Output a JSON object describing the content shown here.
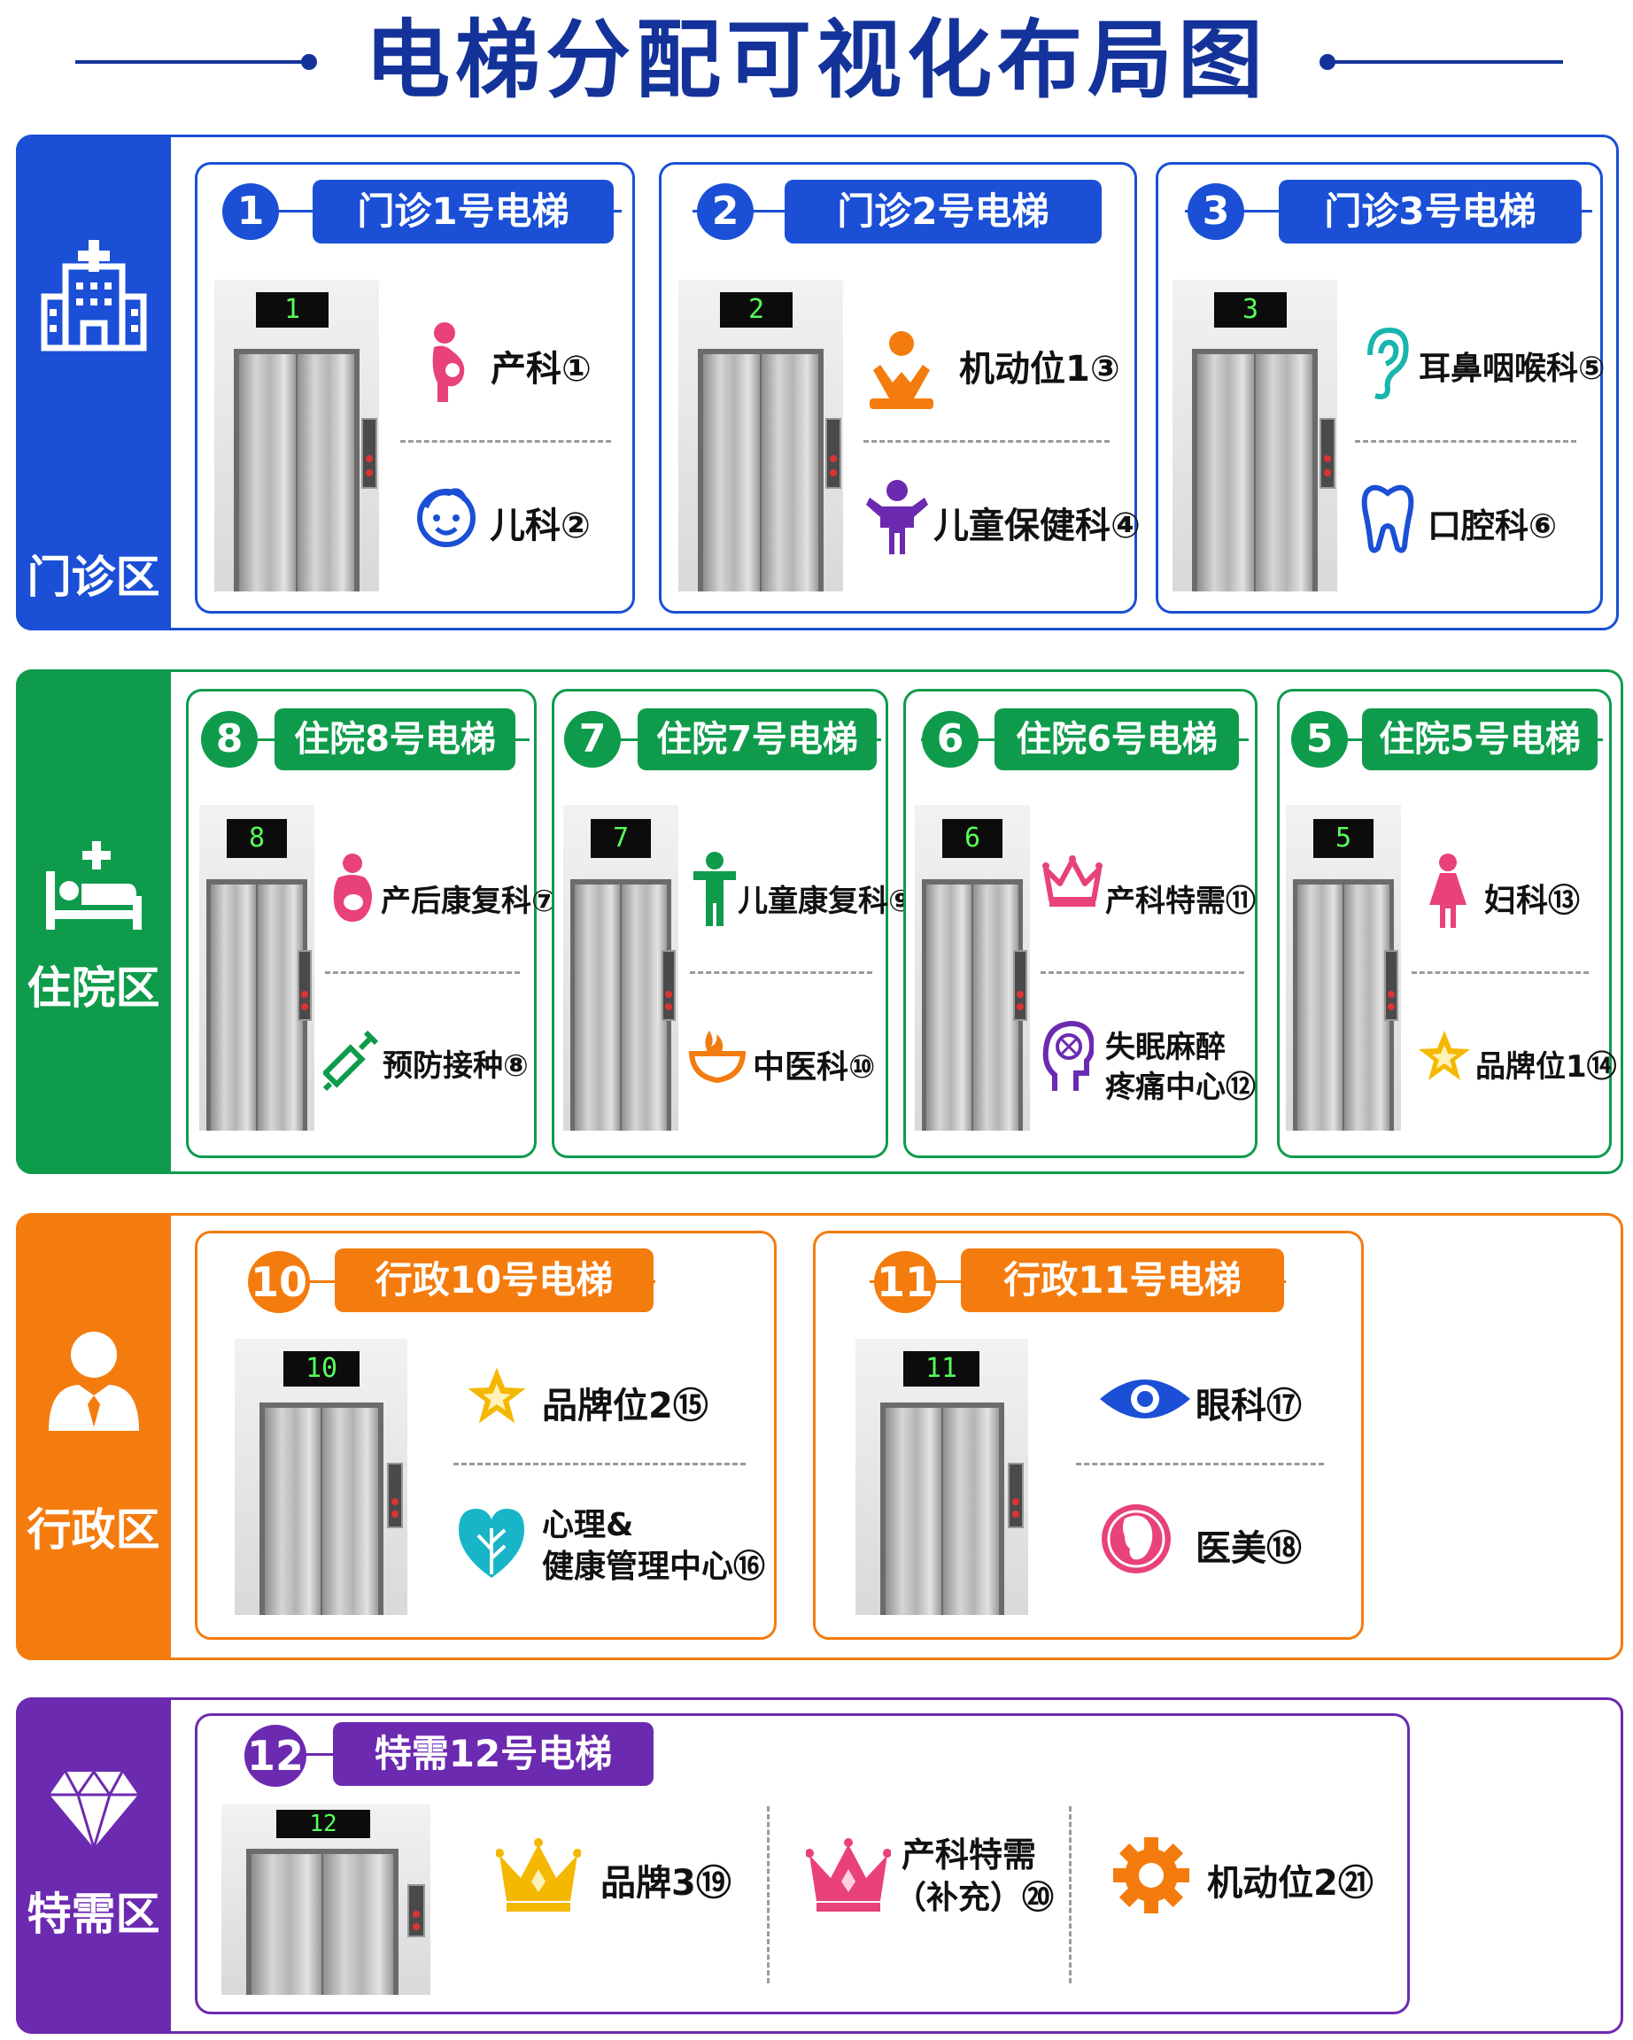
{
  "title": "电梯分配可视化布局图",
  "colors": {
    "navy": "#14339a",
    "blue": "#1a4fd6",
    "green": "#0f9b4c",
    "orange": "#f47c0f",
    "purple": "#6c2ab0"
  },
  "zones": {
    "outpatient": {
      "label": "门诊区",
      "icon": "hospital-icon"
    },
    "inpatient": {
      "label": "住院区",
      "icon": "hospital-bed-icon"
    },
    "admin": {
      "label": "行政区",
      "icon": "person-icon"
    },
    "vip": {
      "label": "特需区",
      "icon": "diamond-icon"
    }
  },
  "outpatient_cards": [
    {
      "num": "1",
      "title": "门诊1号电梯",
      "display": "1",
      "depts": [
        {
          "text": "产科①",
          "icon": "pregnant-icon"
        },
        {
          "text": "儿科②",
          "icon": "child-face-icon"
        }
      ]
    },
    {
      "num": "2",
      "title": "门诊2号电梯",
      "display": "2",
      "depts": [
        {
          "text": "机动位1③",
          "icon": "service-person-icon"
        },
        {
          "text": "儿童保健科④",
          "icon": "child-icon"
        }
      ]
    },
    {
      "num": "3",
      "title": "门诊3号电梯",
      "display": "3",
      "depts": [
        {
          "text": "耳鼻咽喉科⑤",
          "icon": "ear-icon"
        },
        {
          "text": "口腔科⑥",
          "icon": "tooth-icon"
        }
      ]
    }
  ],
  "inpatient_cards": [
    {
      "num": "8",
      "title": "住院8号电梯",
      "display": "8",
      "depts": [
        {
          "text": "产后康复科⑦",
          "icon": "mother-icon"
        },
        {
          "text": "预防接种⑧",
          "icon": "syringe-icon"
        }
      ]
    },
    {
      "num": "7",
      "title": "住院7号电梯",
      "display": "7",
      "depts": [
        {
          "text": "儿童康复科⑨",
          "icon": "child-rehab-icon"
        },
        {
          "text": "中医科⑩",
          "icon": "herb-bowl-icon"
        }
      ]
    },
    {
      "num": "6",
      "title": "住院6号电梯",
      "display": "6",
      "depts": [
        {
          "text": "产科特需⑪",
          "icon": "crown-icon"
        },
        {
          "text": "失眠麻醉",
          "text2": "疼痛中心⑫",
          "icon": "brain-icon"
        }
      ]
    },
    {
      "num": "5",
      "title": "住院5号电梯",
      "display": "5",
      "depts": [
        {
          "text": "妇科⑬",
          "icon": "woman-icon"
        },
        {
          "text": "品牌位1⑭",
          "icon": "star-icon"
        }
      ]
    }
  ],
  "admin_cards": [
    {
      "num": "10",
      "title": "行政10号电梯",
      "display": "10",
      "depts": [
        {
          "text": "品牌位2⑮",
          "icon": "star-icon"
        },
        {
          "text": "心理&",
          "text2": "健康管理中心⑯",
          "icon": "heart-tree-icon"
        }
      ]
    },
    {
      "num": "11",
      "title": "行政11号电梯",
      "display": "11",
      "depts": [
        {
          "text": "眼科⑰",
          "icon": "eye-icon"
        },
        {
          "text": "医美⑱",
          "icon": "face-beauty-icon"
        }
      ]
    }
  ],
  "vip_card": {
    "num": "12",
    "title": "特需12号电梯",
    "display": "12",
    "depts": [
      {
        "text": "品牌3⑲",
        "icon": "crown-icon"
      },
      {
        "text": "产科特需",
        "text2": "（补充）⑳",
        "icon": "crown-icon"
      },
      {
        "text": "机动位2㉑",
        "icon": "gear-icon"
      }
    ]
  }
}
